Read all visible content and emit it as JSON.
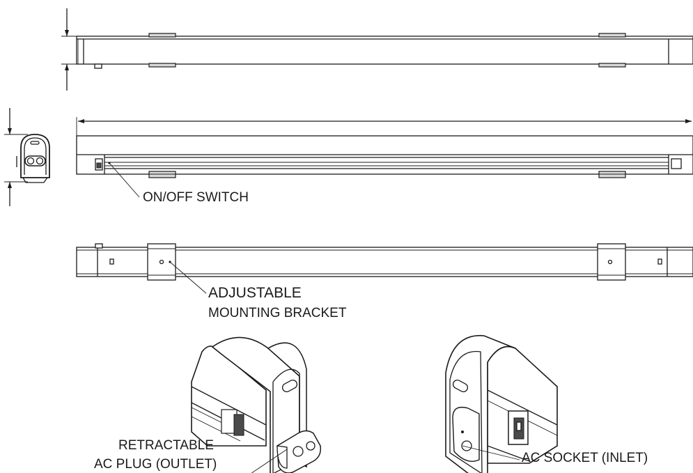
{
  "labels": {
    "on_off_switch": "ON/OFF SWITCH",
    "adjustable": "ADJUSTABLE",
    "mounting_bracket": "MOUNTING BRACKET",
    "retractable": "RETRACTABLE",
    "ac_plug_outlet": "AC PLUG (OUTLET)",
    "ac_socket_inlet": "AC SOCKET (INLET)"
  }
}
